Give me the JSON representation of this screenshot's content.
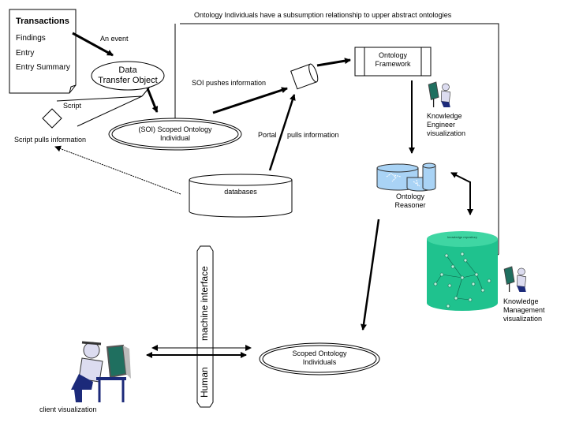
{
  "diagram": {
    "header_note": "Ontology Individuals have a subsumption relationship to upper abstract ontologies",
    "transactions_doc": {
      "title": "Transactions",
      "items": [
        "Findings",
        "Entry",
        "Entry Summary"
      ]
    },
    "labels": {
      "an_event": "An event",
      "data_transfer_object": [
        "Data",
        "Transfer Object"
      ],
      "soi_pushes": "SOI pushes information",
      "ontology_framework": [
        "Ontology",
        "Framework"
      ],
      "script": "Script",
      "script_pulls": "Script  pulls information",
      "soi_individual": [
        "(SOI) Scoped Ontology",
        "Individual"
      ],
      "portal": "Portal",
      "portal_pulls": "pulls information",
      "databases": "databases",
      "knowledge_engineer": [
        "Knowledge",
        "Engineer",
        "visualization"
      ],
      "ontology_reasoner": [
        "Ontology",
        "Reasoner"
      ],
      "knowledge_repository": "knowledge repository",
      "knowledge_management": [
        "Knowledge",
        "Management",
        "visualization"
      ],
      "machine_interface": "machine interface",
      "human": "Human",
      "scoped_ontology_individuals": [
        "Scoped Ontology",
        "Individuals"
      ],
      "client_visualization": "client visualization"
    },
    "colors": {
      "reasoner_fill": "#a9d3f5",
      "repository_fill": "#1fc28e",
      "repository_top": "#3fd6a3",
      "person_shirt": "#dcdcf0",
      "person_pants": "#1c2a7a",
      "screen": "#1f6f5f"
    }
  }
}
